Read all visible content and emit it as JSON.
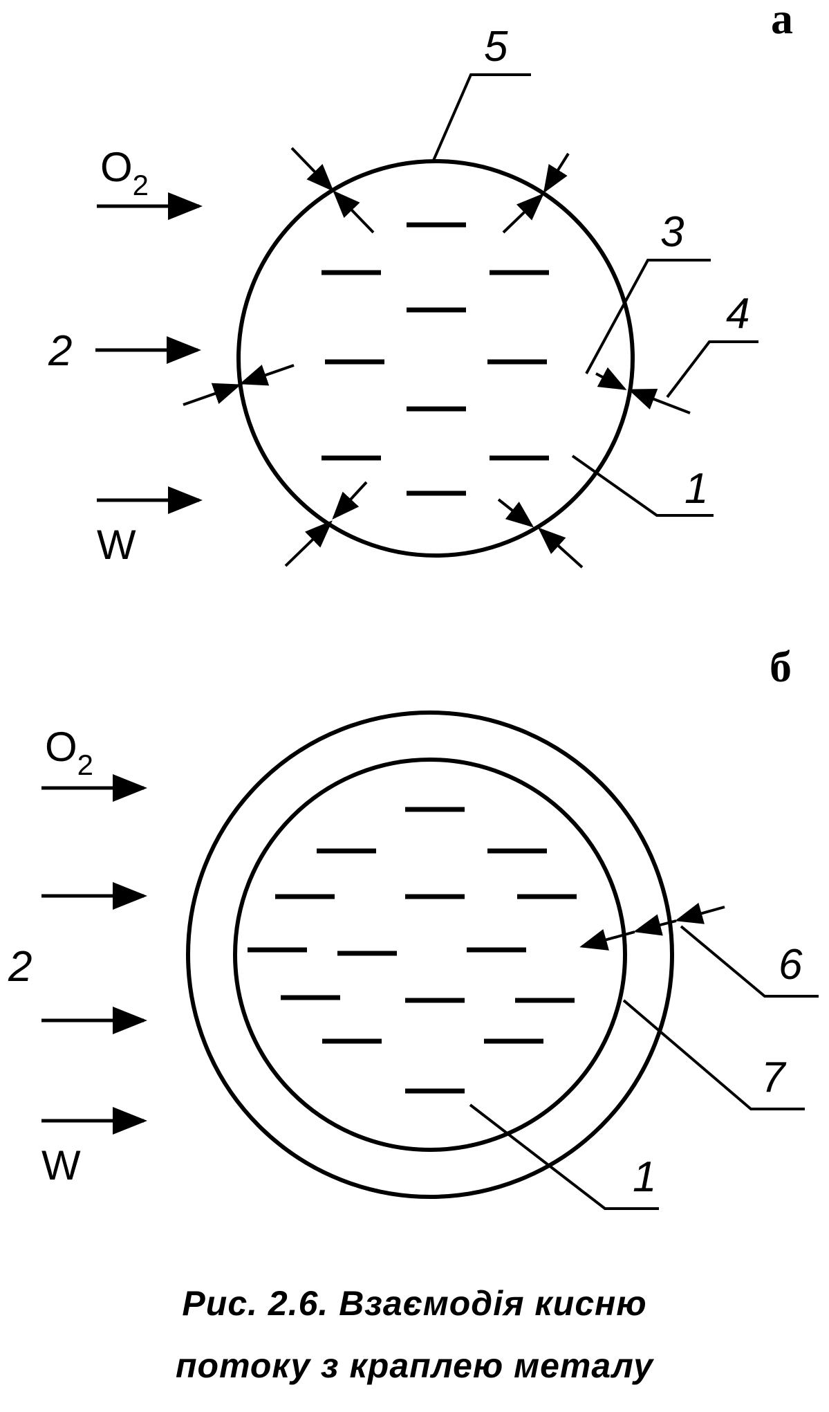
{
  "panels": {
    "a": {
      "label": "а",
      "flow": {
        "o2_main": "O",
        "o2_sub": "2",
        "middle_label": "2",
        "w_label": "W"
      },
      "labels": {
        "n1": "1",
        "n3": "3",
        "n4": "4",
        "n5": "5"
      }
    },
    "b": {
      "label": "б",
      "flow": {
        "o2_main": "O",
        "o2_sub": "2",
        "side_label": "2",
        "w_label": "W"
      },
      "labels": {
        "n1": "1",
        "n6": "6",
        "n7": "7"
      }
    }
  },
  "caption": {
    "line1": "Рис. 2.6. Взаємодія кисню",
    "line2": "потоку з краплею металу"
  }
}
